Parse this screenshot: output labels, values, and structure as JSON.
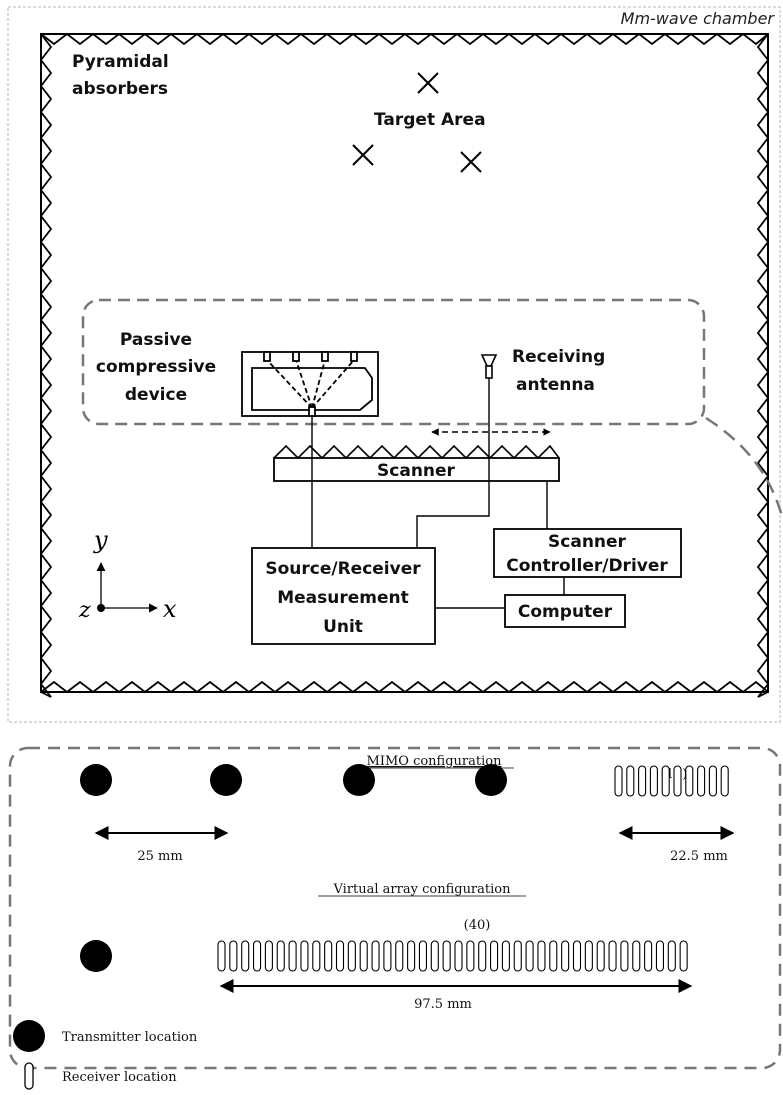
{
  "chamber": {
    "title": "Mm-wave chamber",
    "absorbers_label": [
      "Pyramidal",
      "absorbers"
    ],
    "target_label": "Target Area",
    "device_label": [
      "Passive",
      "compressive",
      "device"
    ],
    "antenna_label": [
      "Receiving",
      "antenna"
    ],
    "scanner_label": "Scanner",
    "controller_label": [
      "Scanner",
      "Controller/Driver"
    ],
    "source_label": [
      "Source/Receiver",
      "Measurement",
      "Unit"
    ],
    "computer_label": "Computer",
    "axes": {
      "y": "y",
      "x": "x",
      "z": "z"
    }
  },
  "mimo": {
    "title": "MIMO configuration",
    "receiver_count": "(10)",
    "tx_spacing": "25 mm",
    "rx_span": "22.5 mm"
  },
  "virtual": {
    "title": "Virtual array configuration",
    "receiver_count": "(40)",
    "span": "97.5 mm"
  },
  "legend": {
    "transmitter": "Transmitter location",
    "receiver": "Receiver location"
  }
}
